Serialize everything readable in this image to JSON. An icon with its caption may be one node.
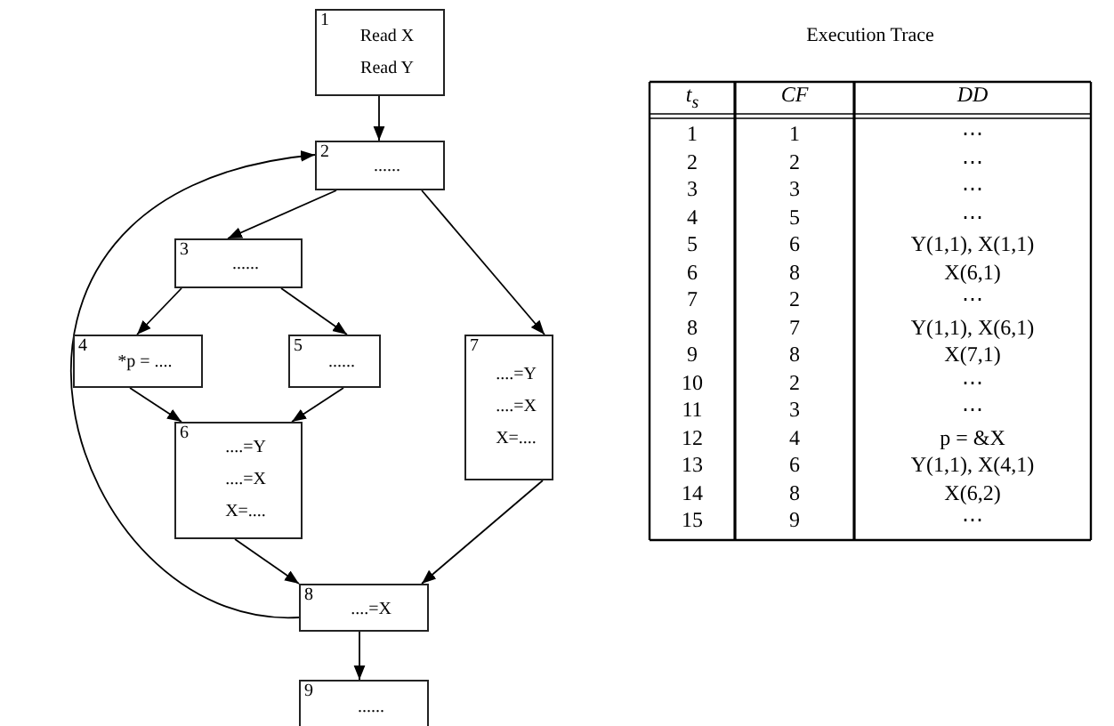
{
  "diagram": {
    "nodes": [
      {
        "text": [
          "1",
          "Read X",
          "Read Y"
        ]
      },
      {
        "text": [
          "2",
          "......"
        ]
      },
      {
        "text": [
          "3",
          "......"
        ]
      },
      {
        "text": [
          "4",
          "*p = ...."
        ]
      },
      {
        "text": [
          "5",
          "......"
        ]
      },
      {
        "text": [
          "7",
          "....=Y",
          "....=X",
          "X=...."
        ]
      },
      {
        "text": [
          "6",
          "....=Y",
          "....=X",
          "X=...."
        ]
      },
      {
        "text": [
          "8",
          "....=X"
        ]
      },
      {
        "text": [
          "9",
          "......"
        ]
      }
    ],
    "edges": [
      {
        "from": 0,
        "to": 1,
        "arrow": "to"
      },
      {
        "from": 1,
        "to": 2,
        "arrow": "to"
      },
      {
        "from": 1,
        "to": 5,
        "arrow": "to"
      },
      {
        "from": 2,
        "to": 3,
        "arrow": "to"
      },
      {
        "from": 2,
        "to": 4,
        "arrow": "to"
      },
      {
        "from": 3,
        "to": 6,
        "arrow": "to"
      },
      {
        "from": 4,
        "to": 6,
        "arrow": "to"
      },
      {
        "from": 6,
        "to": 7,
        "arrow": "to"
      },
      {
        "from": 5,
        "to": 7,
        "arrow": "to"
      },
      {
        "from": 7,
        "to": 8,
        "arrow": "to"
      },
      {
        "from": 7,
        "to": 1,
        "arrow": "to"
      }
    ],
    "labels": [
      "Execution Trace",
      "t$_{s}$",
      "CF",
      "DD",
      "1",
      "1",
      "⋯",
      "2",
      "2",
      "⋯",
      "3",
      "3",
      "⋯",
      "4",
      "5",
      "⋯",
      "5",
      "6",
      "Y(1,1), X(1,1)",
      "6",
      "8",
      "X(6,1)",
      "7",
      "2",
      "⋯",
      "8",
      "7",
      "Y(1,1), X(6,1)",
      "9",
      "8",
      "X(7,1)",
      "10",
      "2",
      "⋯",
      "11",
      "3",
      "⋯",
      "12",
      "4",
      "p = &X",
      "13",
      "6",
      "Y(1,1), X(4,1)",
      "14",
      "8",
      "X(6,2)",
      "15",
      "9",
      "⋯"
    ]
  }
}
